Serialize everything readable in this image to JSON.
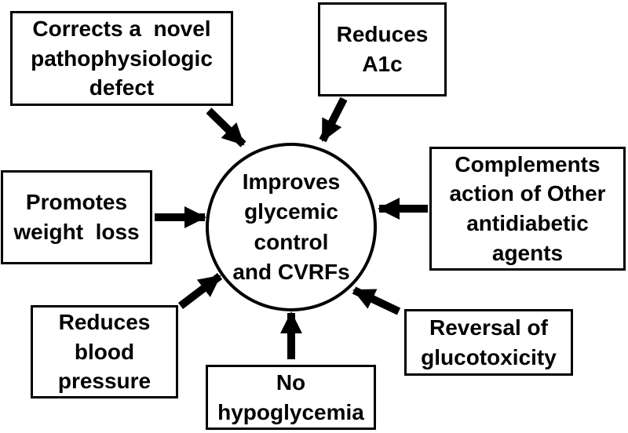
{
  "diagram": {
    "type": "hub-and-spoke",
    "center": {
      "id": "improves-glycemic-control",
      "label": "Improves\nglycemic\ncontrol\nand CVRFs",
      "shape": "circle"
    },
    "nodes": [
      {
        "id": "corrects-defect",
        "label": "Corrects a  novel\npathophysiologic\ndefect",
        "position": "top-left"
      },
      {
        "id": "reduces-a1c",
        "label": "Reduces\nA1c",
        "position": "top"
      },
      {
        "id": "complements-agents",
        "label": "Complements\naction of Other\nantidiabetic\nagents",
        "position": "right"
      },
      {
        "id": "promotes-weight-loss",
        "label": "Promotes\nweight  loss",
        "position": "left"
      },
      {
        "id": "reduces-blood-pressure",
        "label": "Reduces\nblood\npressure",
        "position": "bottom-left"
      },
      {
        "id": "no-hypoglycemia",
        "label": "No\nhypoglycemia",
        "position": "bottom"
      },
      {
        "id": "reversal-glucotoxicity",
        "label": "Reversal of\nglucotoxicity",
        "position": "bottom-right"
      }
    ],
    "edges": [
      {
        "from": "corrects-defect",
        "to": "improves-glycemic-control"
      },
      {
        "from": "reduces-a1c",
        "to": "improves-glycemic-control"
      },
      {
        "from": "complements-agents",
        "to": "improves-glycemic-control"
      },
      {
        "from": "promotes-weight-loss",
        "to": "improves-glycemic-control"
      },
      {
        "from": "reduces-blood-pressure",
        "to": "improves-glycemic-control"
      },
      {
        "from": "no-hypoglycemia",
        "to": "improves-glycemic-control"
      },
      {
        "from": "reversal-glucotoxicity",
        "to": "improves-glycemic-control"
      }
    ],
    "colors": {
      "background": "#ffffff",
      "box_fill": "#ffffff",
      "stroke": "#000000",
      "text": "#000000"
    }
  }
}
